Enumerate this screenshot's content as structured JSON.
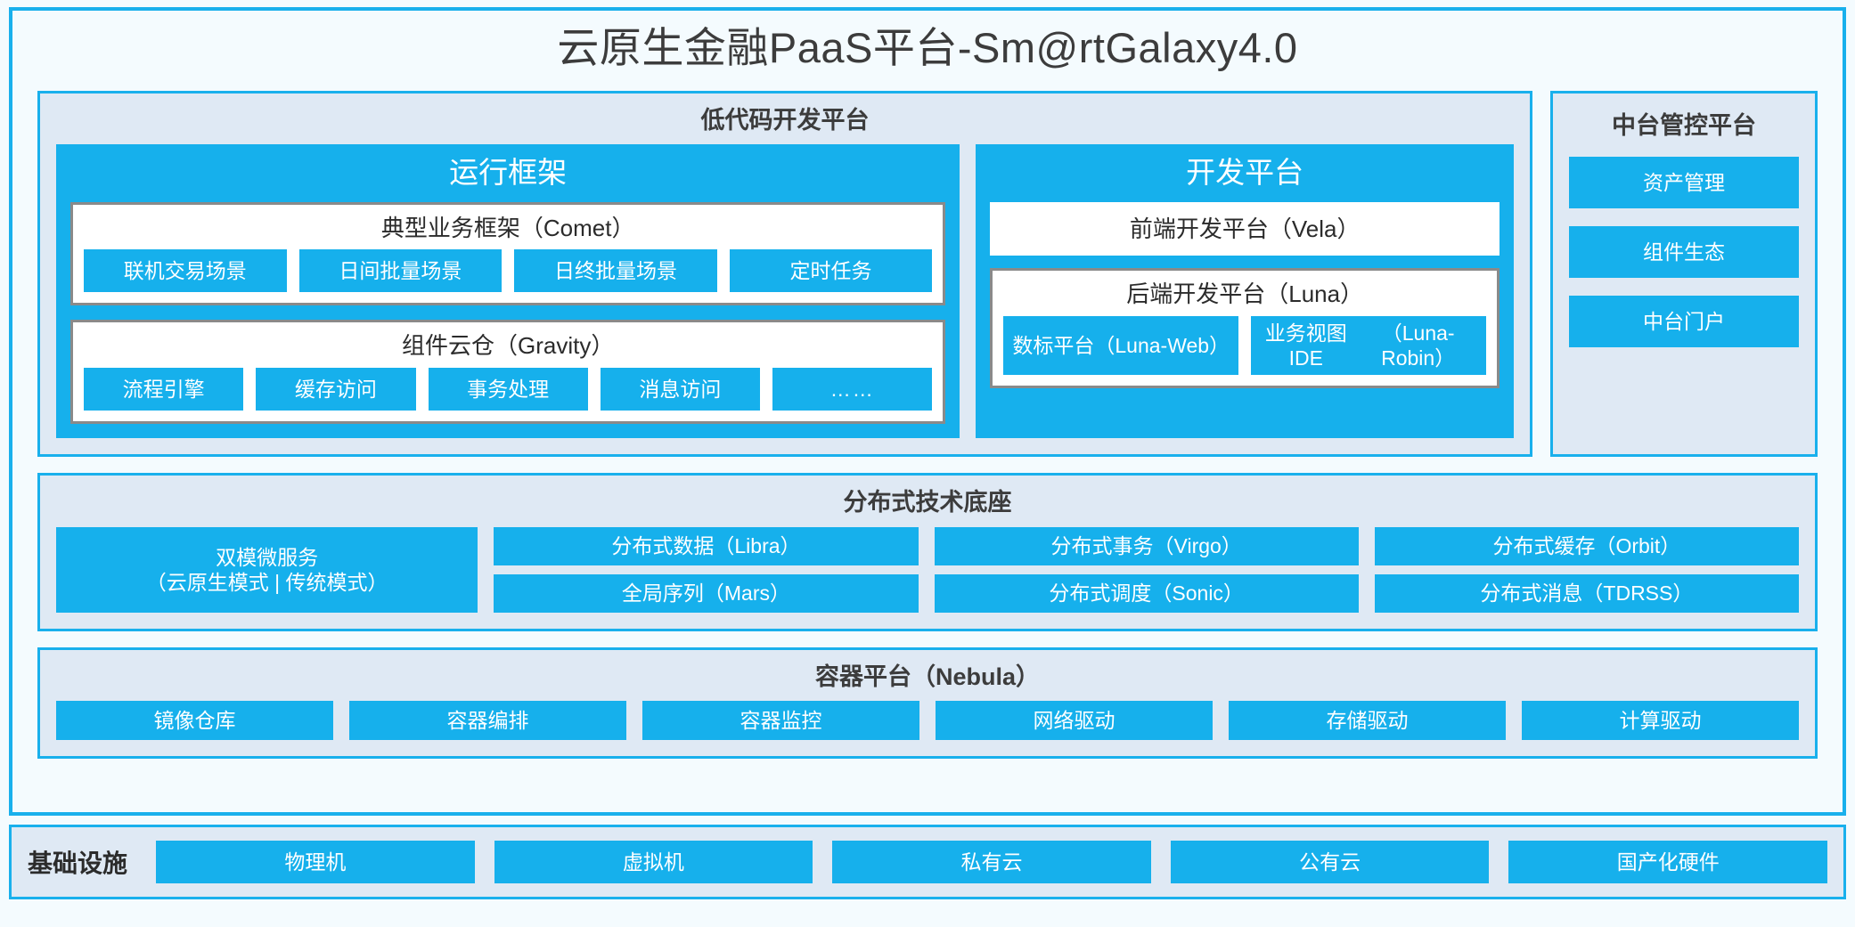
{
  "title": "云原生金融PaaS平台-Sm@rtGalaxy4.0",
  "colors": {
    "accent": "#16b0ec",
    "panel_bg": "#dfe9f4",
    "page_bg": "#f4fbfe",
    "card_border": "#8a8a8a",
    "text_dark": "#3c3c3c"
  },
  "lowcode": {
    "title": "低代码开发平台",
    "runtime": {
      "title": "运行框架",
      "comet": {
        "title": "典型业务框架（Comet）",
        "items": [
          "联机交易场景",
          "日间批量场景",
          "日终批量场景",
          "定时任务"
        ]
      },
      "gravity": {
        "title": "组件云仓（Gravity）",
        "items": [
          "流程引擎",
          "缓存访问",
          "事务处理",
          "消息访问",
          "……"
        ]
      }
    },
    "devplatform": {
      "title": "开发平台",
      "frontend": "前端开发平台（Vela）",
      "backend": {
        "title": "后端开发平台（Luna）",
        "items": [
          "数标平台\n（Luna-Web）",
          "业务视图IDE\n（Luna-Robin）"
        ]
      }
    }
  },
  "midplatform": {
    "title": "中台管控平台",
    "items": [
      "资产管理",
      "组件生态",
      "中台门户"
    ]
  },
  "distributed": {
    "title": "分布式技术底座",
    "wide": "双模微服务\n（云原生模式 | 传统模式）",
    "columns": [
      [
        "分布式数据（Libra）",
        "全局序列（Mars）"
      ],
      [
        "分布式事务（Virgo）",
        "分布式调度（Sonic）"
      ],
      [
        "分布式缓存（Orbit）",
        "分布式消息（TDRSS）"
      ]
    ]
  },
  "container": {
    "title": "容器平台（Nebula）",
    "items": [
      "镜像仓库",
      "容器编排",
      "容器监控",
      "网络驱动",
      "存储驱动",
      "计算驱动"
    ]
  },
  "infrastructure": {
    "label": "基础设施",
    "items": [
      "物理机",
      "虚拟机",
      "私有云",
      "公有云",
      "国产化硬件"
    ]
  }
}
